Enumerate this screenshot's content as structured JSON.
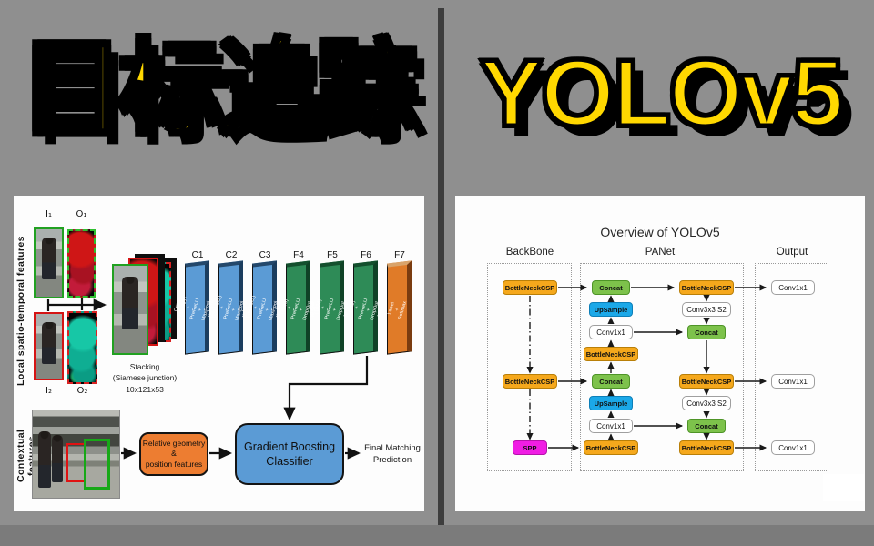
{
  "page": {
    "background_color": "#8f8f8f",
    "bottom_band_color": "#7b7b7b",
    "divider_color": "#3d3d3d",
    "title_color": "#ffd800"
  },
  "left": {
    "title": "目标追踪",
    "diagram": {
      "side_label_top": "Local spatio-temporal features",
      "side_label_bottom": "Contextual features",
      "inputs": {
        "i1": "I₁",
        "o1": "O₁",
        "i2": "I₂",
        "o2": "O₂"
      },
      "stacking": "Stacking\n(Siamese junction)\n10x121x53",
      "layers": [
        {
          "label": "C1",
          "body": "Conv\n(96x7x7)\n+\nPreReLU\n+\nMaxPool\n(2x2)"
        },
        {
          "label": "C2",
          "body": "Conv\n(256x5x5)\n+\nPreReLU\n+\nMaxPool\n(2x2)"
        },
        {
          "label": "C3",
          "body": "Conv\n(256x5x5)\n+\nPreReLU\n+\nMaxPool\n(2x2)"
        },
        {
          "label": "F4",
          "body": "Full\n(4096)\n+\nPreReLU\n+\nDropOut\n(0.5)"
        },
        {
          "label": "F5",
          "body": "Full\n(1024)\n+\nPreReLU\n+\nDropOut\n(0.5)"
        },
        {
          "label": "F6",
          "body": "Full\n(512)\n+\nPreReLU\n+\nDropOut\n(0.5)"
        },
        {
          "label": "F7",
          "body": "Label\n+\nSoftmax"
        }
      ],
      "relative_box": "Relative geometry &\nposition features",
      "classifier": "Gradient Boosting\nClassifier",
      "output": "Final Matching\nPrediction",
      "colors": {
        "conv_slab": "#5b9bd5",
        "full_slab": "#2e8b57",
        "softmax_slab": "#e07b28",
        "classifier_box": "#5b9bd5",
        "relative_box": "#ed7d31"
      }
    }
  },
  "right": {
    "title": "YOLOv5",
    "diagram": {
      "title": "Overview of YOLOv5",
      "columns": [
        "BackBone",
        "PANet",
        "Output"
      ],
      "labels": {
        "bottleneck": "BottleNeckCSP",
        "concat": "Concat",
        "upsample": "UpSample",
        "conv1x1": "Conv1x1",
        "conv3x3": "Conv3x3 S2",
        "spp": "SPP"
      },
      "colors": {
        "bottleneck": "#f5a81c",
        "concat": "#7dc24b",
        "upsample": "#1ba8e8",
        "spp": "#f01de4",
        "conv": "#ffffff"
      }
    }
  }
}
